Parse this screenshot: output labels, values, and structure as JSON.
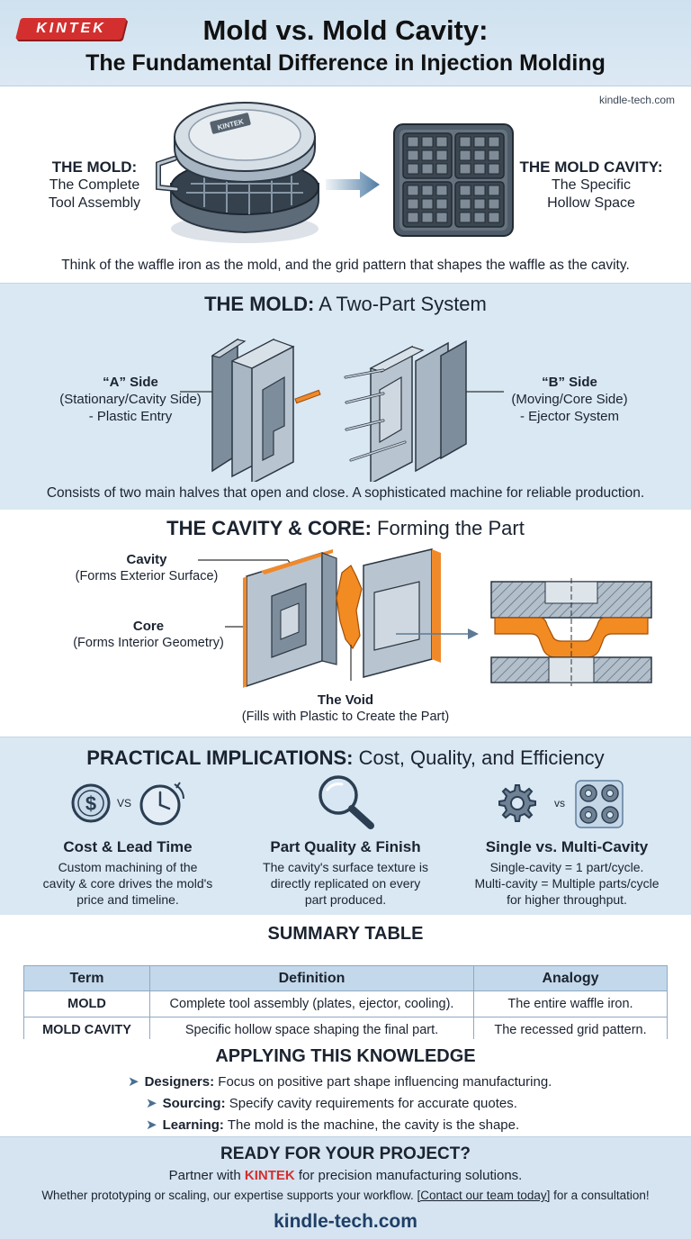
{
  "header": {
    "logo": "KINTEK",
    "title": "Mold vs. Mold Cavity:",
    "subtitle": "The Fundamental Difference in Injection Molding"
  },
  "intro": {
    "site": "kindle-tech.com",
    "mold_label_title": "THE MOLD:",
    "mold_label_desc_1": "The Complete",
    "mold_label_desc_2": "Tool Assembly",
    "cavity_label_title": "THE MOLD CAVITY:",
    "cavity_label_desc_1": "The Specific",
    "cavity_label_desc_2": "Hollow Space",
    "waffle_logo": "KINTEK",
    "caption": "Think of the waffle iron as the mold, and the grid pattern that shapes the waffle as the cavity."
  },
  "mold_section": {
    "title_bold": "THE MOLD:",
    "title_rest": " A Two-Part System",
    "a_side_title": "“A” Side",
    "a_side_desc_1": "(Stationary/Cavity Side)",
    "a_side_desc_2": "- Plastic Entry",
    "b_side_title": "“B” Side",
    "b_side_desc_1": "(Moving/Core Side)",
    "b_side_desc_2": "- Ejector System",
    "caption": "Consists of two main halves that open and close. A sophisticated machine for reliable production."
  },
  "cavity_section": {
    "title_bold": "THE CAVITY & CORE:",
    "title_rest": " Forming the Part",
    "cavity_title": "Cavity",
    "cavity_desc": "(Forms Exterior Surface)",
    "core_title": "Core",
    "core_desc": "(Forms Interior Geometry)",
    "void_title": "The Void",
    "void_desc": "(Fills with Plastic to Create the Part)"
  },
  "implications": {
    "title_bold": "PRACTICAL IMPLICATIONS:",
    "title_rest": " Cost, Quality, and Efficiency",
    "vs_label": "VS",
    "vs_label_2": "vs",
    "columns": [
      {
        "title": "Cost & Lead Time",
        "line1": "Custom machining of the",
        "line2": "cavity & core drives the mold's",
        "line3": "price and timeline."
      },
      {
        "title": "Part Quality & Finish",
        "line1": "The cavity's surface texture is",
        "line2": "directly replicated on every",
        "line3": "part produced."
      },
      {
        "title": "Single vs. Multi-Cavity",
        "line1": "Single-cavity = 1 part/cycle.",
        "line2": "Multi-cavity = Multiple parts/cycle",
        "line3": "for higher throughput."
      }
    ]
  },
  "summary": {
    "title": "SUMMARY TABLE",
    "headers": [
      "Term",
      "Definition",
      "Analogy"
    ],
    "rows": [
      [
        "MOLD",
        "Complete tool assembly (plates, ejector, cooling).",
        "The entire waffle iron."
      ],
      [
        "MOLD CAVITY",
        "Specific hollow space shaping the final part.",
        "The recessed grid pattern."
      ]
    ]
  },
  "applying": {
    "title": "APPLYING THIS KNOWLEDGE",
    "items": [
      {
        "label": "Designers:",
        "text": " Focus on positive part shape influencing manufacturing."
      },
      {
        "label": "Sourcing:",
        "text": " Specify cavity requirements for accurate quotes."
      },
      {
        "label": "Learning:",
        "text": " The mold is the machine, the cavity is the shape."
      }
    ]
  },
  "cta": {
    "title": "READY FOR YOUR PROJECT?",
    "line1_a": "Partner with ",
    "brand": "KINTEK",
    "line1_b": " for precision manufacturing solutions.",
    "line2_a": "Whether prototyping or scaling, our expertise supports your workflow. ",
    "link": "[Contact our team today]",
    "line2_b": " for a consultation!",
    "site": "kindle-tech.com"
  },
  "colors": {
    "accent_red": "#d32f2f",
    "band_blue": "#d9e8f3",
    "plastic_orange": "#f0892a",
    "steel": "#a8b6c4"
  }
}
